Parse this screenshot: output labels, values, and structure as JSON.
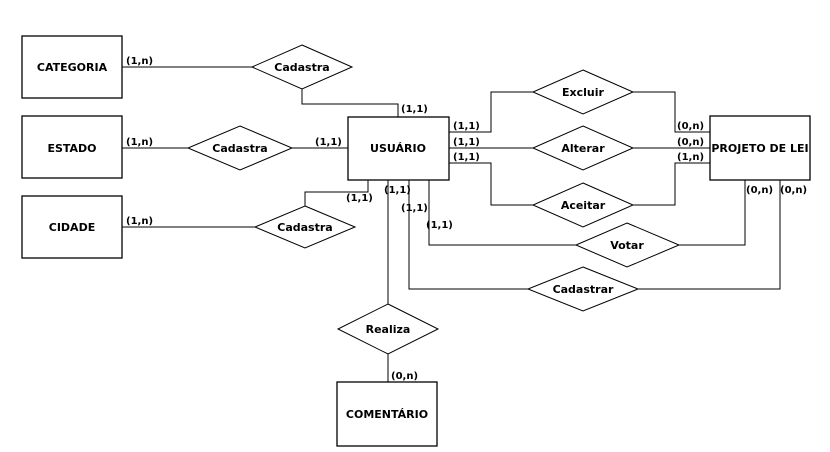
{
  "entities": {
    "categoria": "CATEGORIA",
    "estado": "ESTADO",
    "cidade": "CIDADE",
    "usuario": "USUÁRIO",
    "projeto_de_lei": "PROJETO DE LEI",
    "comentario": "COMENTÁRIO"
  },
  "relationships": {
    "cadastra_categoria": "Cadastra",
    "cadastra_estado": "Cadastra",
    "cadastra_cidade": "Cadastra",
    "excluir": "Excluir",
    "alterar": "Alterar",
    "aceitar": "Aceitar",
    "votar": "Votar",
    "cadastrar": "Cadastrar",
    "realiza": "Realiza"
  },
  "cardinalities": {
    "categoria_side": "(1,n)",
    "usuario_categoria": "(1,1)",
    "estado_side": "(1,n)",
    "usuario_estado": "(1,1)",
    "cidade_side": "(1,n)",
    "usuario_cidade": "(1,1)",
    "usuario_excluir": "(1,1)",
    "usuario_alterar": "(1,1)",
    "usuario_aceitar": "(1,1)",
    "projeto_excluir": "(0,n)",
    "projeto_alterar": "(0,n)",
    "projeto_aceitar": "(1,n)",
    "projeto_votar": "(0,n)",
    "projeto_cadastrar": "(0,n)",
    "usuario_realiza": "(1,1)",
    "usuario_cadastrar": "(1,1)",
    "usuario_votar": "(1,1)",
    "comentario_side": "(0,n)"
  }
}
